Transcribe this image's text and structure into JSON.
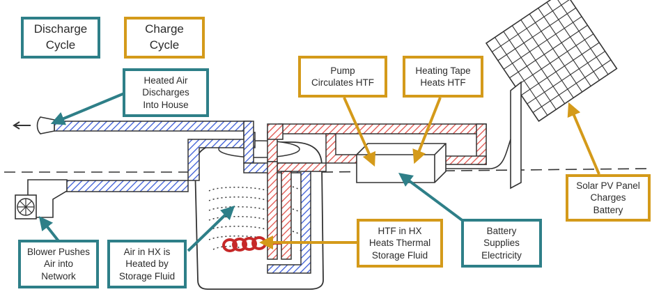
{
  "colors": {
    "discharge": "#2e7f88",
    "charge": "#d49a1a",
    "air_pipe": "#3a5bd6",
    "htf_pipe": "#e0504a",
    "ink": "#333333"
  },
  "legend": {
    "discharge": "Discharge\nCycle",
    "charge": "Charge\nCycle"
  },
  "labels": {
    "heated_air": "Heated Air\nDischarges\nInto House",
    "pump": "Pump\nCirculates HTF",
    "heating_tape": "Heating Tape\nHeats HTF",
    "solar": "Solar PV Panel\nCharges\nBattery",
    "blower": "Blower Pushes\nAir into\nNetwork",
    "air_hx": "Air in HX is\nHeated by\nStorage Fluid",
    "htf_hx": "HTF in HX\nHeats Thermal\nStorage Fluid",
    "battery": "Battery\nSupplies\nElectricity"
  }
}
